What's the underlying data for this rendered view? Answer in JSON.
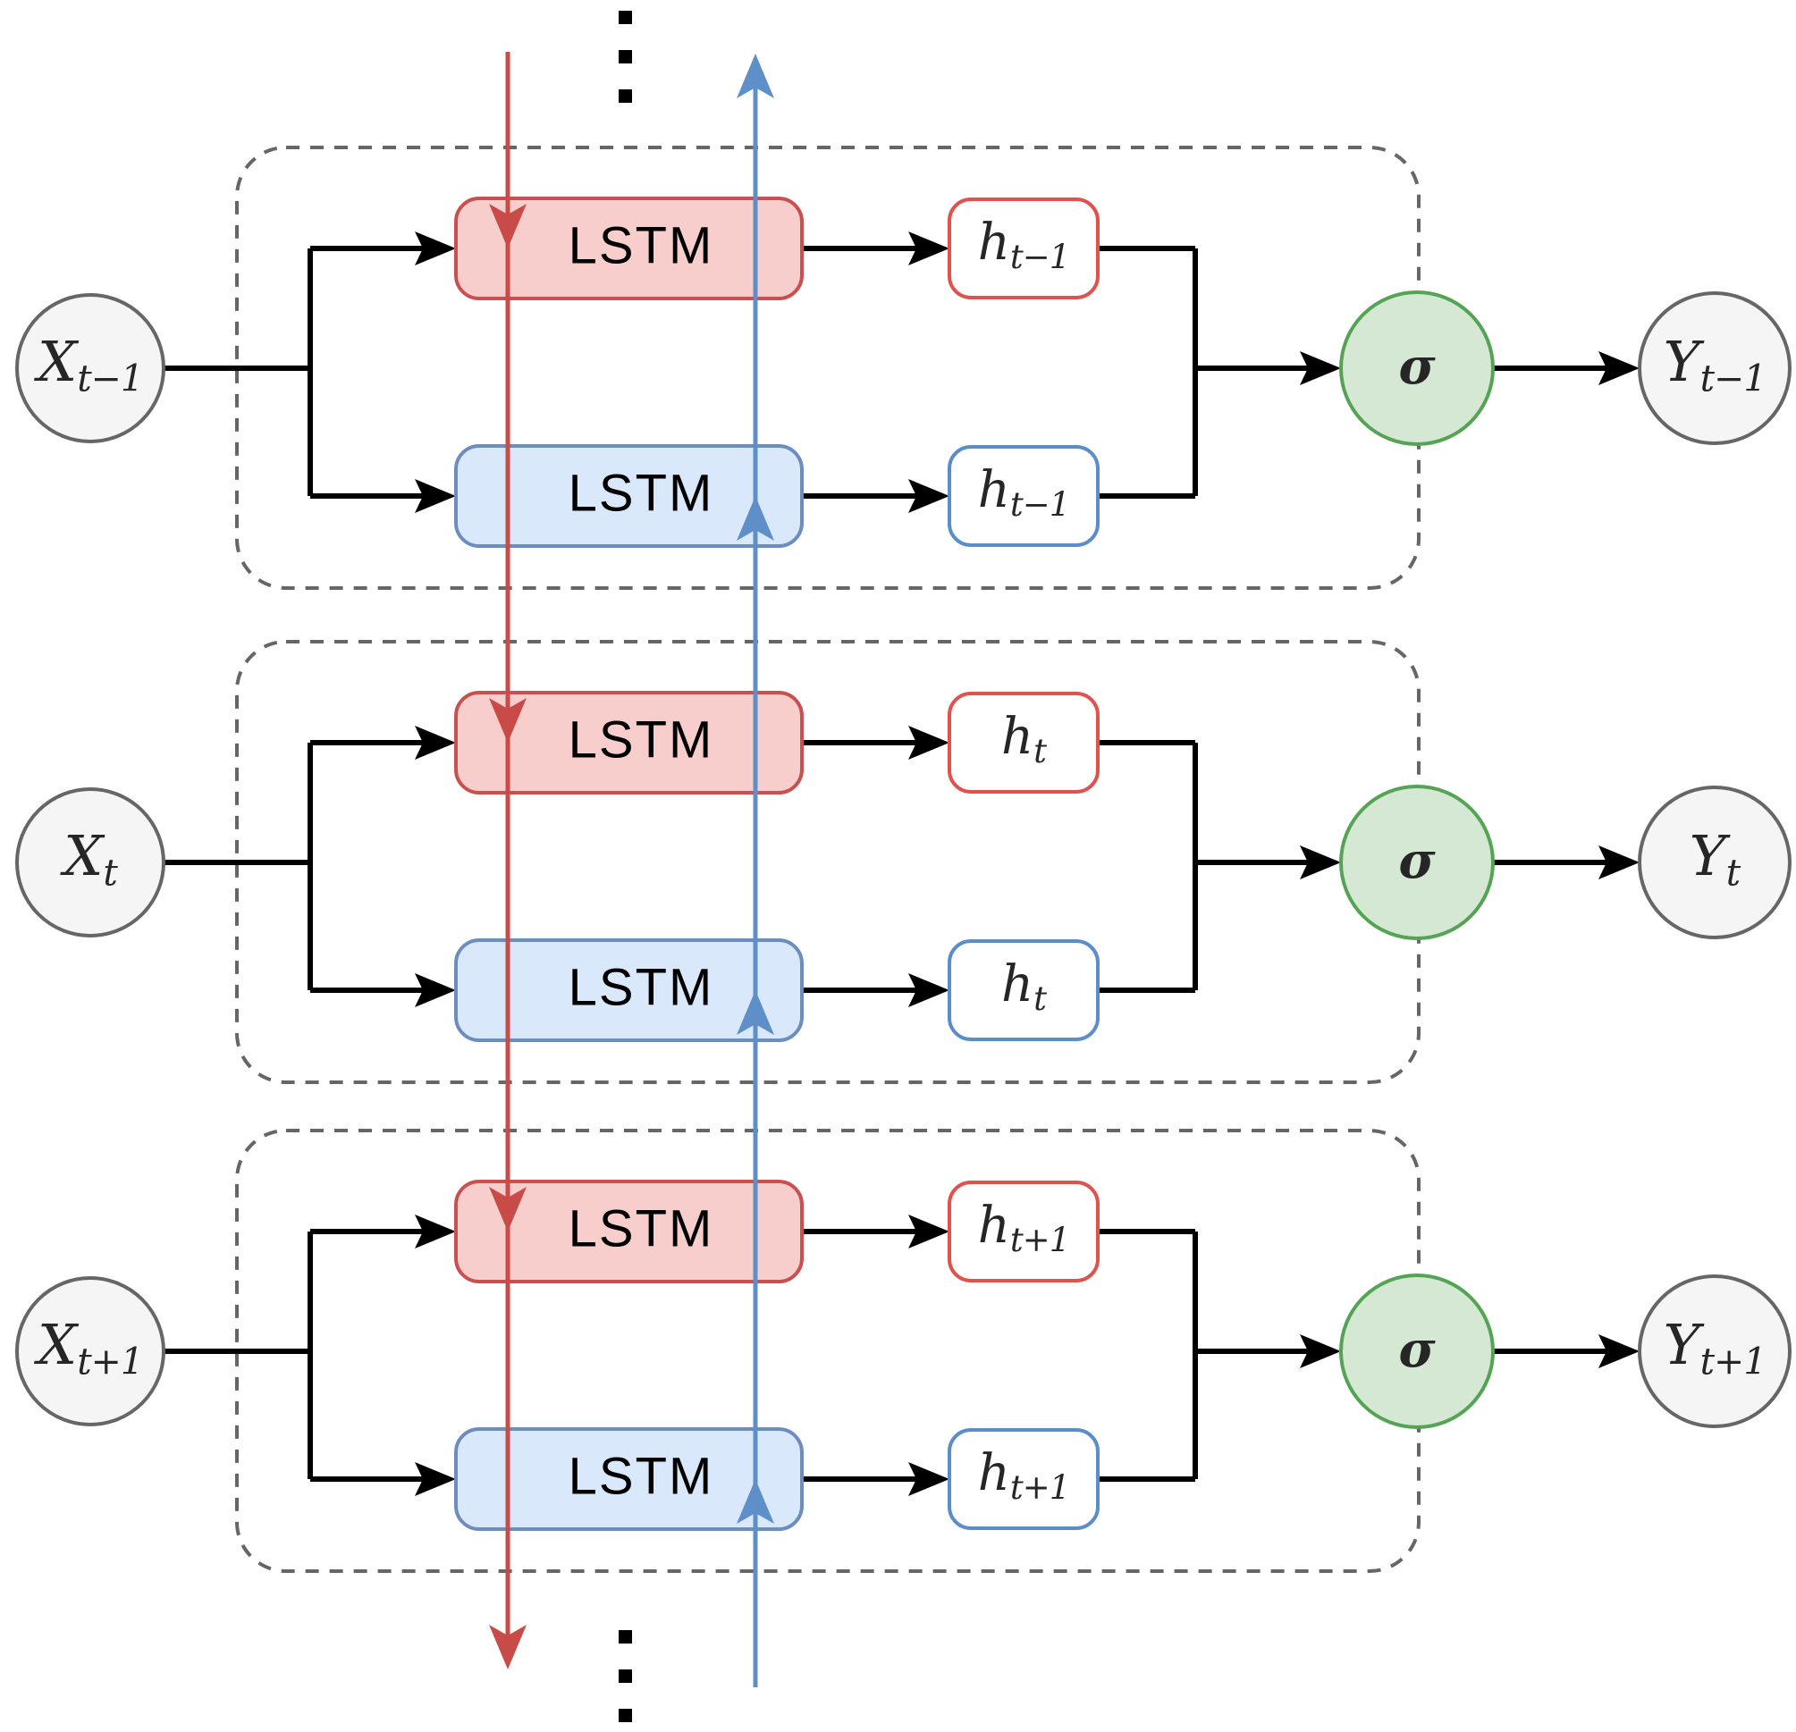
{
  "figure": {
    "kind": "bidirectional-lstm-diagram",
    "colors": {
      "forward_line_red": "#c94b48",
      "backward_line_blue": "#5e8fc9",
      "lstm_red_fill": "#f8cecc",
      "lstm_red_stroke": "#c9504e",
      "lstm_blue_fill": "#dae8fc",
      "lstm_blue_stroke": "#6c8ebf",
      "hidden_red_stroke": "#e0524e",
      "hidden_blue_stroke": "#5b8dca",
      "activation_fill": "#d5e8d4",
      "activation_stroke": "#55a455",
      "io_node_fill": "#f5f5f5",
      "io_node_stroke": "#666666",
      "block_border": "#666666",
      "connector": "#000000"
    }
  },
  "blocks": [
    {
      "input": {
        "main": "X",
        "sub": "t−1"
      },
      "forward_lstm_label": "LSTM",
      "backward_lstm_label": "LSTM",
      "forward_hidden": {
        "main": "h",
        "sub": "t−1"
      },
      "backward_hidden": {
        "main": "h",
        "sub": "t−1"
      },
      "activation": "σ",
      "output": {
        "main": "Y",
        "sub": "t−1"
      }
    },
    {
      "input": {
        "main": "X",
        "sub": "t"
      },
      "forward_lstm_label": "LSTM",
      "backward_lstm_label": "LSTM",
      "forward_hidden": {
        "main": "h",
        "sub": "t"
      },
      "backward_hidden": {
        "main": "h",
        "sub": "t"
      },
      "activation": "σ",
      "output": {
        "main": "Y",
        "sub": "t"
      }
    },
    {
      "input": {
        "main": "X",
        "sub": "t+1"
      },
      "forward_lstm_label": "LSTM",
      "backward_lstm_label": "LSTM",
      "forward_hidden": {
        "main": "h",
        "sub": "t+1"
      },
      "backward_hidden": {
        "main": "h",
        "sub": "t+1"
      },
      "activation": "σ",
      "output": {
        "main": "Y",
        "sub": "t+1"
      }
    }
  ]
}
